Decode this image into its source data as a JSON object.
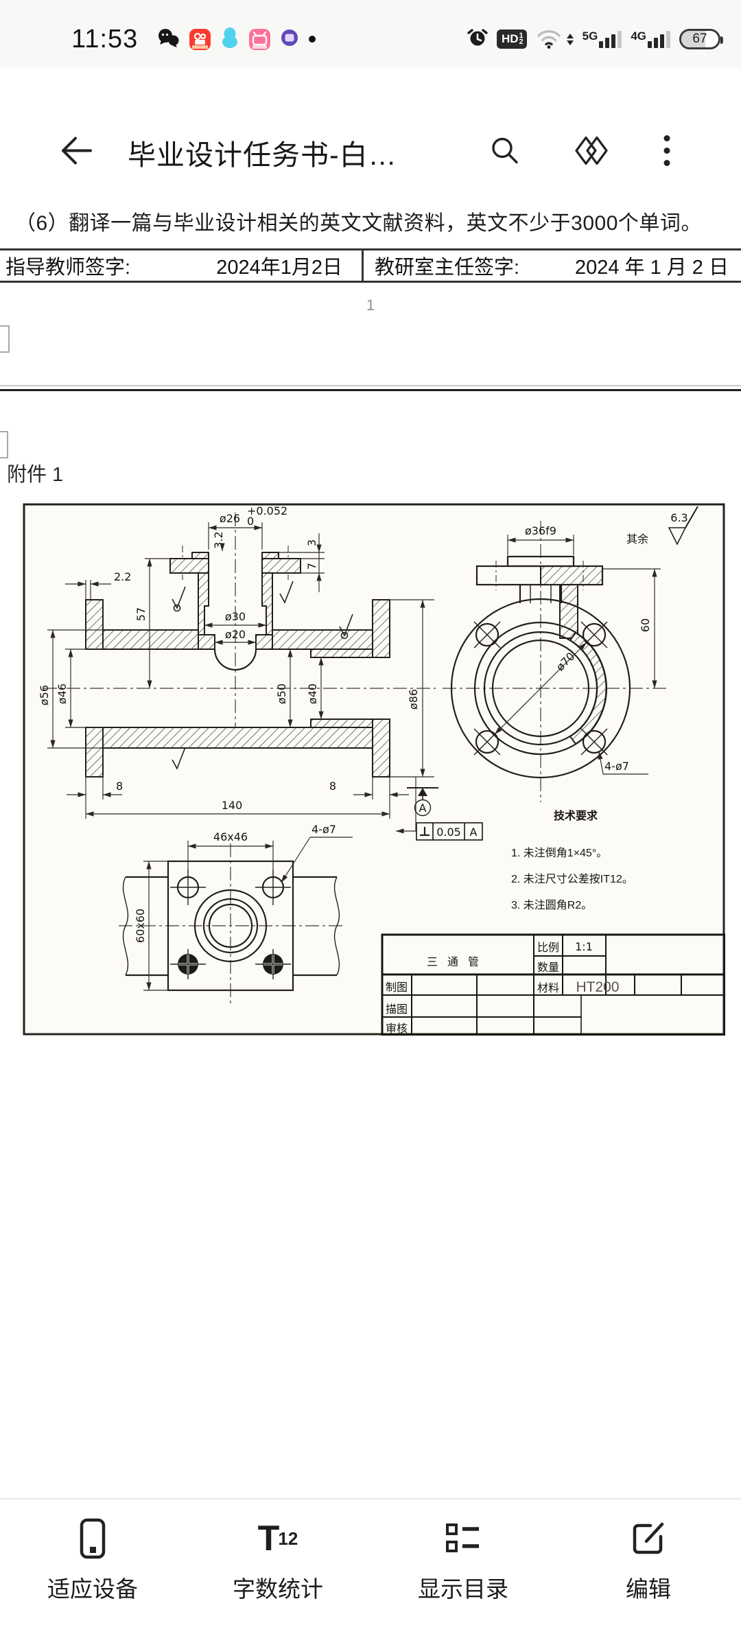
{
  "status_bar": {
    "time": "11:53",
    "hd_main": "HD",
    "hd_sup": "1",
    "hd_sub": "2",
    "net1": "5G",
    "net2": "4G",
    "battery": "67"
  },
  "header": {
    "title": "毕业设计任务书-白…"
  },
  "document": {
    "paragraph": "（6）翻译一篇与毕业设计相关的英文文献资料，英文不少于3000个单词。",
    "table": {
      "teacher_label": "指导教师签字:",
      "teacher_date": "2024年1月2日",
      "director_label": "教研室主任签字:",
      "director_date": "2024 年 1 月 2 日"
    },
    "page_number": "1",
    "attachment": "附件 1"
  },
  "drawing": {
    "front": {
      "d26": "ø26",
      "tol_up": "+0.052",
      "tol_dn": "0",
      "d3_2": "3.2",
      "d3": "3",
      "d7": "7",
      "d2_2": "2.2",
      "d57": "57",
      "d30": "ø30",
      "d20": "ø20",
      "d56": "ø56",
      "d46": "ø46",
      "d50": "ø50",
      "d40": "ø40",
      "d86": "ø86",
      "d8a": "8",
      "d8b": "8",
      "d140": "140"
    },
    "side": {
      "d36": "ø36f9",
      "d60": "60",
      "d70": "ø70",
      "holes": "4-ø7"
    },
    "bottom": {
      "spacing": "46x46",
      "holes": "4-ø7",
      "square": "60x60"
    },
    "rough": {
      "prefix": "其余",
      "value": "6.3"
    },
    "datum": "A",
    "fcf": {
      "value": "0.05",
      "datum": "A"
    },
    "tech": {
      "title": "技术要求",
      "item1": "1. 未注倒角1×45°。",
      "item2": "2. 未注尺寸公差按IT12。",
      "item3": "3. 未注圆角R2。"
    },
    "titleblock": {
      "part": "三通管",
      "scale_label": "比例",
      "scale": "1:1",
      "qty_label": "数量",
      "mat_label": "材料",
      "mat": "HT200",
      "row1": "制图",
      "row2": "描图",
      "row3": "审核"
    }
  },
  "toolbar": {
    "item1": "适应设备",
    "item2": "字数统计",
    "item3": "显示目录",
    "item4": "编辑",
    "wordcount_t": "T",
    "wordcount_n": "12"
  }
}
